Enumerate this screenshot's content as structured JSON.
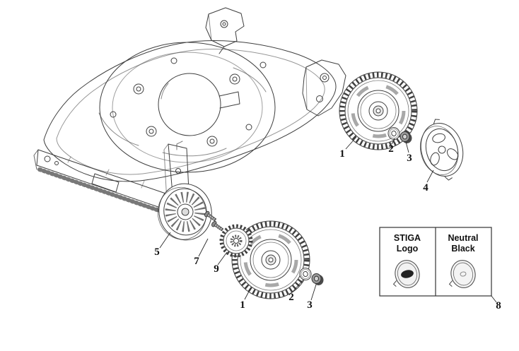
{
  "colors": {
    "background": "#ffffff",
    "line": "#3f3f3f",
    "text": "#111111",
    "badge_dark": "#222222"
  },
  "diagram": {
    "callouts": {
      "wheel_top": "1",
      "washer_top": "2",
      "nut_top": "3",
      "hub_cap": "4",
      "pulley": "5",
      "screws": "7",
      "legend_box": "8",
      "gear": "9",
      "wheel_bottom": "1",
      "washer_bottom": "2",
      "nut_bottom": "3"
    },
    "legend": {
      "stiga_line1": "STIGA",
      "stiga_line2": "Logo",
      "neutral_line1": "Neutral",
      "neutral_line2": "Black"
    }
  }
}
